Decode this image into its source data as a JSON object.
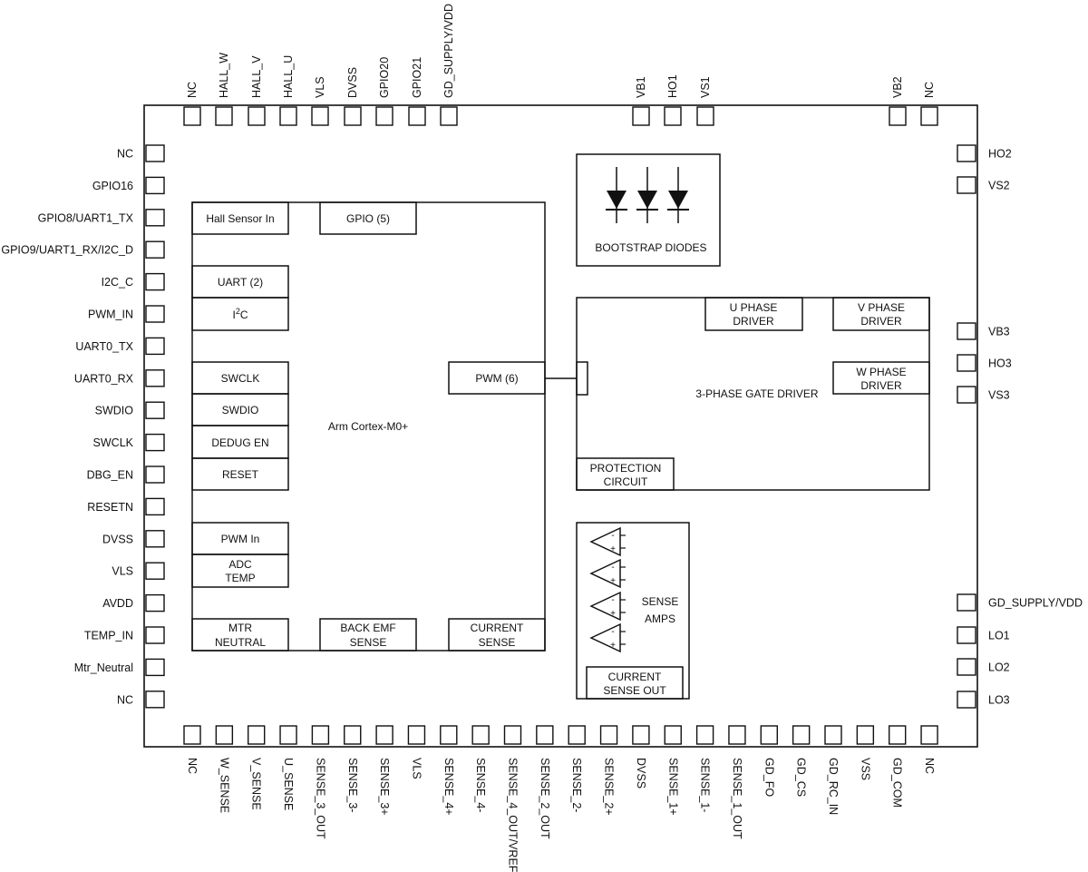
{
  "pins": {
    "top": [
      "NC",
      "HALL_W",
      "HALL_V",
      "HALL_U",
      "VLS",
      "DVSS",
      "GPIO20",
      "GPIO21",
      "GD_SUPPLY/VDD",
      "VB1",
      "HO1",
      "VS1",
      "VB2",
      "NC"
    ],
    "left": [
      "NC",
      "GPIO16",
      "GPIO8/UART1_TX",
      "GPIO9/UART1_RX/I2C_D",
      "I2C_C",
      "PWM_IN",
      "UART0_TX",
      "UART0_RX",
      "SWDIO",
      "SWCLK",
      "DBG_EN",
      "RESETN",
      "DVSS",
      "VLS",
      "AVDD",
      "TEMP_IN",
      "Mtr_Neutral",
      "NC"
    ],
    "right": [
      "HO2",
      "VS2",
      "VB3",
      "HO3",
      "VS3",
      "GD_SUPPLY/VDD",
      "LO1",
      "LO2",
      "LO3"
    ],
    "bottom": [
      "NC",
      "W_SENSE",
      "V_SENSE",
      "U_SENSE",
      "SENSE_3_OUT",
      "SENSE_3-",
      "SENSE_3+",
      "VLS",
      "SENSE_4+",
      "SENSE_4-",
      "SENSE_4_OUT/VREF",
      "SENSE_2_OUT",
      "SENSE_2-",
      "SENSE_2+",
      "DVSS",
      "SENSE_1+",
      "SENSE_1-",
      "SENSE_1_OUT",
      "GD_FO",
      "GD_CS",
      "GD_RC_IN",
      "VSS",
      "GD_COM",
      "NC"
    ]
  },
  "mcu": {
    "core_label": "Arm Cortex-M0+",
    "blocks": {
      "hall": "Hall Sensor In",
      "gpio": "GPIO (5)",
      "uart": "UART (2)",
      "i2c_base": "I",
      "i2c_sup": "2",
      "i2c_tail": "C",
      "swclk": "SWCLK",
      "swdio": "SWDIO",
      "debug": "DEDUG EN",
      "reset": "RESET",
      "pwm_in": "PWM In",
      "adc_l1": "ADC",
      "adc_l2": "TEMP",
      "pwm6": "PWM (6)",
      "mtr_l1": "MTR",
      "mtr_l2": "NEUTRAL",
      "bemf_l1": "BACK EMF",
      "bemf_l2": "SENSE",
      "cur_l1": "CURRENT",
      "cur_l2": "SENSE"
    }
  },
  "bootstrap": {
    "label": "BOOTSTRAP DIODES"
  },
  "gate_driver": {
    "label": "3-PHASE GATE DRIVER",
    "u_l1": "U PHASE",
    "u_l2": "DRIVER",
    "v_l1": "V PHASE",
    "v_l2": "DRIVER",
    "w_l1": "W PHASE",
    "w_l2": "DRIVER",
    "prot_l1": "PROTECTION",
    "prot_l2": "CIRCUIT"
  },
  "sense_amps": {
    "l1": "SENSE",
    "l2": "AMPS",
    "out_l1": "CURRENT",
    "out_l2": "SENSE OUT",
    "minus": "-",
    "plus": "+"
  }
}
